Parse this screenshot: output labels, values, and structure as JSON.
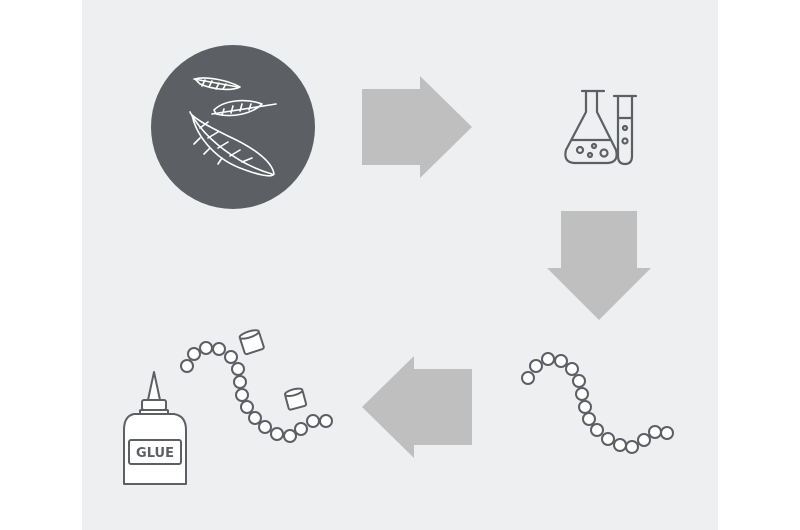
{
  "colors": {
    "panel": "#eeeff1",
    "arrow": "#bfbfbf",
    "icon_stroke": "#5c5f64",
    "circle_fill": "#5c5f64",
    "feather_stroke": "#ffffff"
  },
  "steps": [
    {
      "icon": "feathers-icon"
    },
    {
      "icon": "chemistry-flasks-icon"
    },
    {
      "icon": "polymer-chain-icon"
    },
    {
      "icon": "glue-bottle-with-polymer-icon"
    }
  ],
  "arrows": [
    "right",
    "down",
    "left"
  ],
  "glue_bottle": {
    "label": "GLUE"
  }
}
